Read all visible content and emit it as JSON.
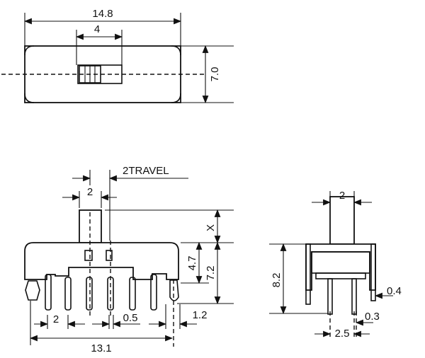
{
  "top_view": {
    "length": "14.8",
    "actuator_width": "4",
    "height": "7.0"
  },
  "side_view": {
    "travel": "2TRAVEL",
    "actuator_width": "2",
    "actuator_height": "X",
    "body_height": "4.7",
    "total_height": "7.2",
    "pin_pitch": "2",
    "pin_width": "0.5",
    "tab_width": "1.2",
    "tab_spacing": "13.1"
  },
  "end_view": {
    "actuator_width": "2",
    "height": "8.2",
    "pin_spacing": "2.5",
    "pin_thickness": "0.3",
    "tab_thickness": "0.4"
  }
}
